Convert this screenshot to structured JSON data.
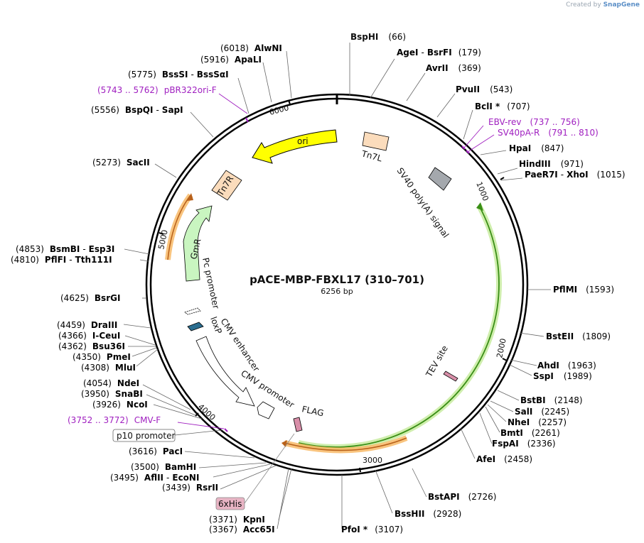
{
  "credit": {
    "prefix": "Created by",
    "brand": "SnapGene"
  },
  "plasmid": {
    "name": "pACE-MBP-FBXL17 (310–701)",
    "size": "6256 bp"
  },
  "ticks": [
    "1000",
    "2000",
    "3000",
    "4000",
    "5000",
    "6000"
  ],
  "enzymes": [
    {
      "name": "BspHI",
      "pos": "(66)"
    },
    {
      "name": "AgeI",
      "alt": "BsrFI",
      "pos": "(179)"
    },
    {
      "name": "AvrII",
      "pos": "(369)"
    },
    {
      "name": "PvuII",
      "pos": "(543)"
    },
    {
      "name": "BclI *",
      "pos": "(707)"
    },
    {
      "name": "HpaI",
      "pos": "(847)"
    },
    {
      "name": "HindIII",
      "pos": "(971)"
    },
    {
      "name": "PaeR7I",
      "alt": "XhoI",
      "pos": "(1015)"
    },
    {
      "name": "PflMI",
      "pos": "(1593)"
    },
    {
      "name": "BstEII",
      "pos": "(1809)"
    },
    {
      "name": "AhdI",
      "pos": "(1963)"
    },
    {
      "name": "SspI",
      "pos": "(1989)"
    },
    {
      "name": "BstBI",
      "pos": "(2148)"
    },
    {
      "name": "SalI",
      "pos": "(2245)"
    },
    {
      "name": "NheI",
      "pos": "(2257)"
    },
    {
      "name": "BmtI",
      "pos": "(2261)"
    },
    {
      "name": "FspAI",
      "pos": "(2336)"
    },
    {
      "name": "AfeI",
      "pos": "(2458)"
    },
    {
      "name": "BstAPI",
      "pos": "(2726)"
    },
    {
      "name": "BssHII",
      "pos": "(2928)"
    },
    {
      "name": "PfoI *",
      "pos": "(3107)"
    },
    {
      "name": "KpnI",
      "pos": "(3371)"
    },
    {
      "name": "Acc65I",
      "pos": "(3367)"
    },
    {
      "name": "RsrII",
      "pos": "(3439)"
    },
    {
      "name": "AflII",
      "alt": "EcoNI",
      "pos": "(3495)"
    },
    {
      "name": "BamHI",
      "pos": "(3500)"
    },
    {
      "name": "PacI",
      "pos": "(3616)"
    },
    {
      "name": "NcoI",
      "pos": "(3926)"
    },
    {
      "name": "SnaBI",
      "pos": "(3950)"
    },
    {
      "name": "NdeI",
      "pos": "(4054)"
    },
    {
      "name": "MluI",
      "pos": "(4308)"
    },
    {
      "name": "PmeI",
      "pos": "(4350)"
    },
    {
      "name": "Bsu36I",
      "pos": "(4362)"
    },
    {
      "name": "I-CeuI",
      "pos": "(4366)"
    },
    {
      "name": "DraIII",
      "pos": "(4459)"
    },
    {
      "name": "BsrGI",
      "pos": "(4625)"
    },
    {
      "name": "PflFI",
      "alt": "Tth111I",
      "pos": "(4810)"
    },
    {
      "name": "BsmBI",
      "alt": "Esp3I",
      "pos": "(4853)"
    },
    {
      "name": "SacII",
      "pos": "(5273)"
    },
    {
      "name": "BspQI",
      "alt": "SapI",
      "pos": "(5556)"
    },
    {
      "name": "BssSI",
      "alt": "BssSαI",
      "pos": "(5775)"
    },
    {
      "name": "ApaLI",
      "pos": "(5916)"
    },
    {
      "name": "AlwNI",
      "pos": "(6018)"
    }
  ],
  "primers": [
    {
      "range": "(5743 .. 5762)",
      "name": "pBR322ori-F"
    },
    {
      "name": "EBV-rev",
      "range": "(737 .. 756)"
    },
    {
      "name": "SV40pA-R",
      "range": "(791 .. 810)"
    },
    {
      "range": "(3752 .. 3772)",
      "name": "CMV-F"
    }
  ],
  "features": {
    "ori": "ori",
    "tn7l": "Tn7L",
    "sv40": "SV40 poly(A) signal",
    "tn7r": "Tn7R",
    "gmr": "GmR",
    "pc_promoter": "Pc promoter",
    "loxp": "loxP",
    "cmv_enhancer": "CMV enhancer",
    "cmv_promoter": "CMV promoter",
    "flag": "FLAG",
    "tev": "TEV site",
    "p10": "p10 promoter",
    "his": "6xHis"
  },
  "colors": {
    "ori": "#ffff00",
    "tn7": "#fbdcbc",
    "sv40": "#a4a8ad",
    "gmr": "#c9f5c0",
    "orange_feature": "#f7b55e",
    "green_feature": "#a7e06a",
    "primer": "#a020c0",
    "loxp": "#2a6d8f",
    "flag": "#d88ea8",
    "his_bg": "#e8b4c4"
  }
}
